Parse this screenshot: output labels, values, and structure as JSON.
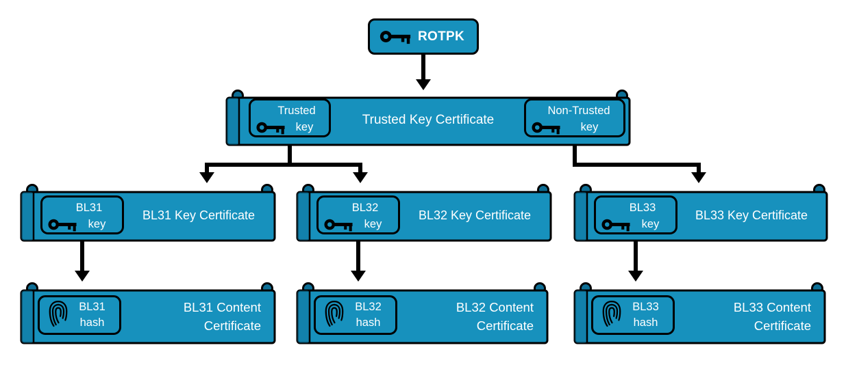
{
  "colors": {
    "teal": "#1791bd",
    "teal_dark": "#0d6e95",
    "outline": "#000000",
    "text": "#ffffff",
    "arrow": "#000000"
  },
  "rotpk": {
    "label": "ROTPK"
  },
  "trusted_key_certificate": {
    "title": "Trusted Key Certificate",
    "trusted_badge": {
      "line1": "Trusted",
      "line2": "key"
    },
    "non_trusted_badge": {
      "line1": "Non-Trusted",
      "line2": "key"
    }
  },
  "key_certificates": [
    {
      "badge_line1": "BL31",
      "badge_line2": "key",
      "title": "BL31 Key Certificate"
    },
    {
      "badge_line1": "BL32",
      "badge_line2": "key",
      "title": "BL32 Key Certificate"
    },
    {
      "badge_line1": "BL33",
      "badge_line2": "key",
      "title": "BL33 Key Certificate"
    }
  ],
  "content_certificates": [
    {
      "badge_line1": "BL31",
      "badge_line2": "hash",
      "title_line1": "BL31 Content",
      "title_line2": "Certificate"
    },
    {
      "badge_line1": "BL32",
      "badge_line2": "hash",
      "title_line1": "BL32 Content",
      "title_line2": "Certificate"
    },
    {
      "badge_line1": "BL33",
      "badge_line2": "hash",
      "title_line1": "BL33 Content",
      "title_line2": "Certificate"
    }
  ]
}
